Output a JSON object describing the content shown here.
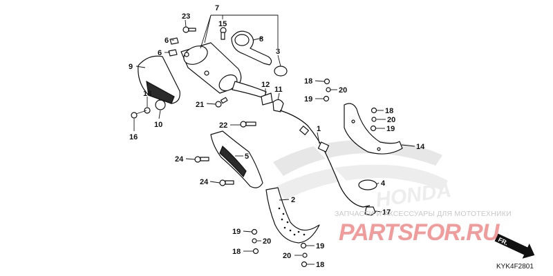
{
  "callouts": {
    "c1": "1",
    "c2": "2",
    "c3": "3",
    "c4": "4",
    "c5": "5",
    "c6a": "6",
    "c6b": "6",
    "c7": "7",
    "c8": "8",
    "c9": "9",
    "c10": "10",
    "c11": "11",
    "c12": "12",
    "c13": "13",
    "c14": "14",
    "c15": "15",
    "c16": "16",
    "c17": "17",
    "c18a": "18",
    "c18b": "18",
    "c18c": "18",
    "c18d": "18",
    "c19a": "19",
    "c19b": "19",
    "c19c": "19",
    "c19d": "19",
    "c20a": "20",
    "c20b": "20",
    "c20c": "20",
    "c20d": "20",
    "c21": "21",
    "c22": "22",
    "c23": "23",
    "c24a": "24",
    "c24b": "24"
  },
  "direction_label": "FR.",
  "diagram_code": "KYK4F2801",
  "watermark": {
    "tagline": "ЗАПЧАСТИ И АКСЕССУАРЫ ДЛЯ МОТОТЕХНИКИ",
    "logo": "PARTSFOR.RU",
    "brand": "HONDA"
  },
  "colors": {
    "line": "#111111",
    "watermark_grey": "#c8c8c8",
    "logo_red": "#f07a7a"
  }
}
